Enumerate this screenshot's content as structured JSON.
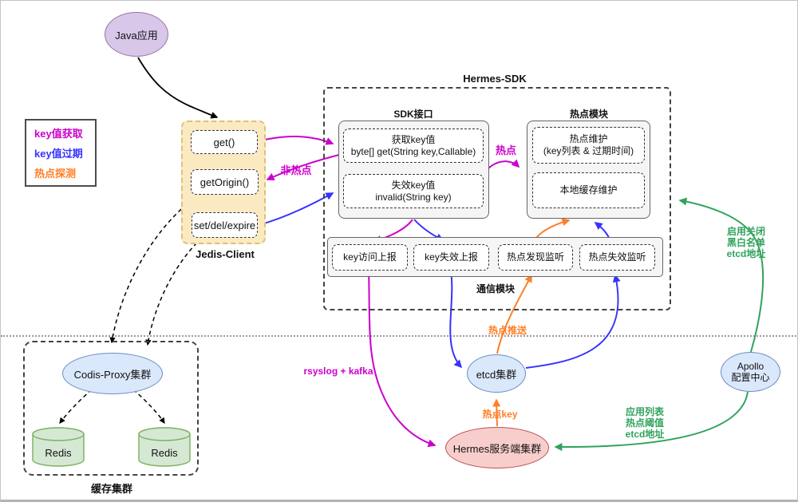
{
  "colors": {
    "key_get_magenta": "#cc00cc",
    "key_expire_blue": "#3533ff",
    "hotspot_orange": "#ff7f26",
    "config_green": "#2fa35c",
    "java_node_fill": "#d8c7e8",
    "blue_node_fill": "#dae8fc",
    "redis_node_fill": "#d5e8d4",
    "server_node_fill": "#f8cecc",
    "jedis_box_fill": "#fbeac1"
  },
  "legend": {
    "items": [
      {
        "label": "key值获取",
        "color": "#cc00cc"
      },
      {
        "label": "key值过期",
        "color": "#3533ff"
      },
      {
        "label": "热点探测",
        "color": "#ff7f26"
      }
    ]
  },
  "nodes": {
    "java_app": "Java应用",
    "jedis": {
      "title": "Jedis-Client",
      "methods": [
        "get()",
        "getOrigin()",
        "set/del/expire"
      ]
    },
    "hermes_sdk": {
      "title": "Hermes-SDK"
    },
    "sdk_interface": {
      "title": "SDK接口",
      "get_line1": "获取key值",
      "get_line2": "byte[] get(String key,Callable)",
      "invalid_line1": "失效key值",
      "invalid_line2": "invalid(String key)"
    },
    "hotspot_module": {
      "title": "热点模块",
      "maintain_line1": "热点维护",
      "maintain_line2": "(key列表 & 过期时间)",
      "local_cache": "本地缓存维护"
    },
    "comm_module": {
      "title": "通信模块",
      "items": [
        "key访问上报",
        "key失效上报",
        "热点发现监听",
        "热点失效监听"
      ]
    },
    "cache_cluster": {
      "title": "缓存集群",
      "proxy": "Codis-Proxy集群",
      "redis_left": "Redis",
      "redis_right": "Redis"
    },
    "etcd": "etcd集群",
    "apollo": {
      "line1": "Apollo",
      "line2": "配置中心"
    },
    "hermes_server": "Hermes服务端集群"
  },
  "edge_labels": {
    "hot": "热点",
    "not_hot": "非热点",
    "hot_push": "热点推送",
    "hot_key": "热点key",
    "rsyslog_kafka": "rsyslog + kafka",
    "apollo_sdk_l1": "启用关闭",
    "apollo_sdk_l2": "黑白名单",
    "apollo_sdk_l3": "etcd地址",
    "apollo_server_l1": "应用列表",
    "apollo_server_l2": "热点阈值",
    "apollo_server_l3": "etcd地址"
  }
}
